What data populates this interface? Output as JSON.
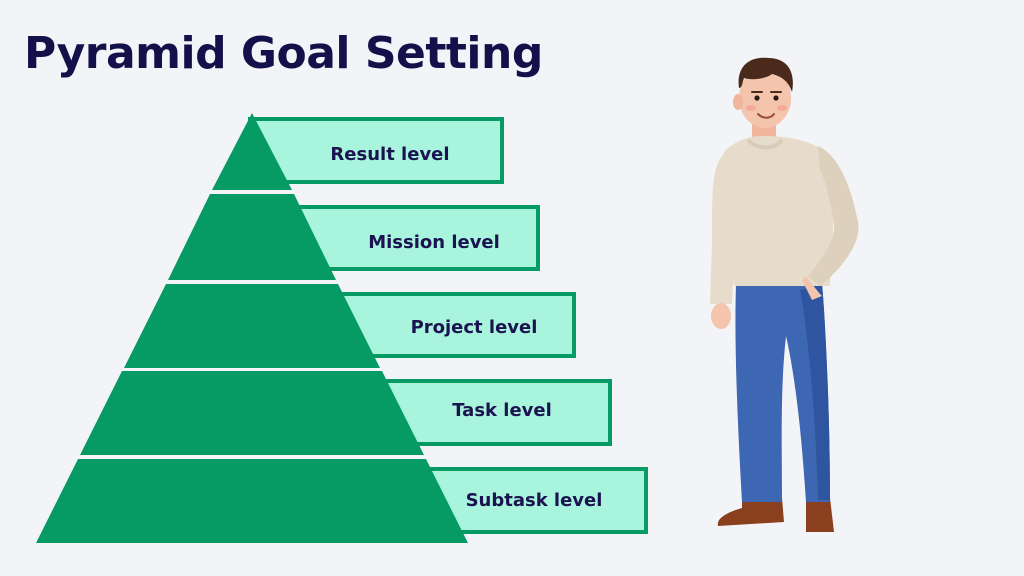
{
  "title": "Pyramid Goal Setting",
  "levels": [
    {
      "label": "Result level"
    },
    {
      "label": "Mission level"
    },
    {
      "label": "Project level"
    },
    {
      "label": "Task level"
    },
    {
      "label": "Subtask level"
    }
  ],
  "colors": {
    "background": "#f3f4f7",
    "title": "#14104a",
    "pyramid": "#069a64",
    "label_fill": "#a8f4dc",
    "label_border": "#069a64",
    "label_text": "#1b1350"
  },
  "illustration": {
    "name": "standing-man",
    "sweater": "#e7dccb",
    "pants": "#3d66b3",
    "shoes": "#8a3f1f",
    "hair": "#4a2a1a",
    "skin": "#f5c4ad"
  }
}
